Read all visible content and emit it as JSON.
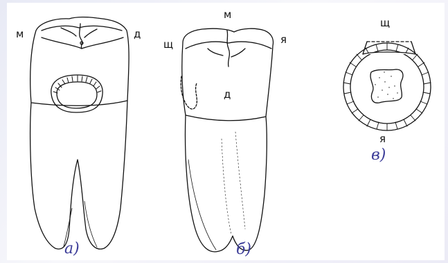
{
  "figure": {
    "tooth_a": {
      "caption": "а)",
      "label_mesial": "м",
      "label_distal": "д"
    },
    "tooth_b": {
      "caption": "б)",
      "label_mesial": "м",
      "label_buccal": "щ",
      "label_lingual": "я",
      "label_distal": "д"
    },
    "section_c": {
      "caption": "в)",
      "label_buccal": "щ",
      "label_lingual": "я"
    },
    "colors": {
      "caption": "#3b3c98",
      "ink": "#111111"
    }
  }
}
